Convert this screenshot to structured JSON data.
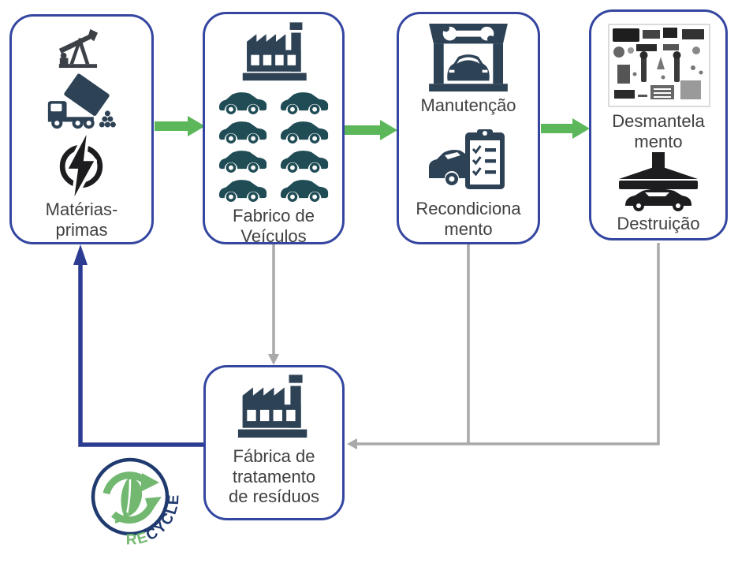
{
  "colors": {
    "border": "#3446a0",
    "arrow_green": "#5cb75a",
    "arrow_gray": "#a9a9a9",
    "arrow_blue": "#2b3c92",
    "icon_navy": "#2e4256",
    "car_teal": "#1f4c55",
    "icon_black": "#1d1d1f",
    "pump_gray": "#3c4148",
    "label_text": "#404040",
    "logo_green": "#72b870",
    "logo_navy": "#1f3a6e"
  },
  "boxes": {
    "raw_materials": {
      "label": "Matérias-primas"
    },
    "vehicle_factory": {
      "label": "Fabrico de Veículos"
    },
    "service": {
      "maintenance_label": "Manutenção",
      "recondition_label": "Recondiciona mento"
    },
    "end_of_life": {
      "dismantle_label": "Desmantela mento",
      "destruction_label": "Destruição"
    },
    "waste_plant": {
      "label": "Fábrica de tratamento de resíduos"
    }
  },
  "logo": {
    "text_green": "RE",
    "text_navy": "CYCLE"
  },
  "icons": {
    "raw_materials": [
      "oil-pump-icon",
      "dump-truck-icon",
      "energy-icon"
    ],
    "vehicle_factory": [
      "factory-icon",
      "car-icon x8"
    ],
    "service": [
      "garage-wrench-icon",
      "car-checklist-icon"
    ],
    "end_of_life": [
      "car-parts-image",
      "car-crusher-icon"
    ],
    "waste_plant": [
      "factory-icon"
    ],
    "logo": [
      "recycle-logo"
    ]
  }
}
